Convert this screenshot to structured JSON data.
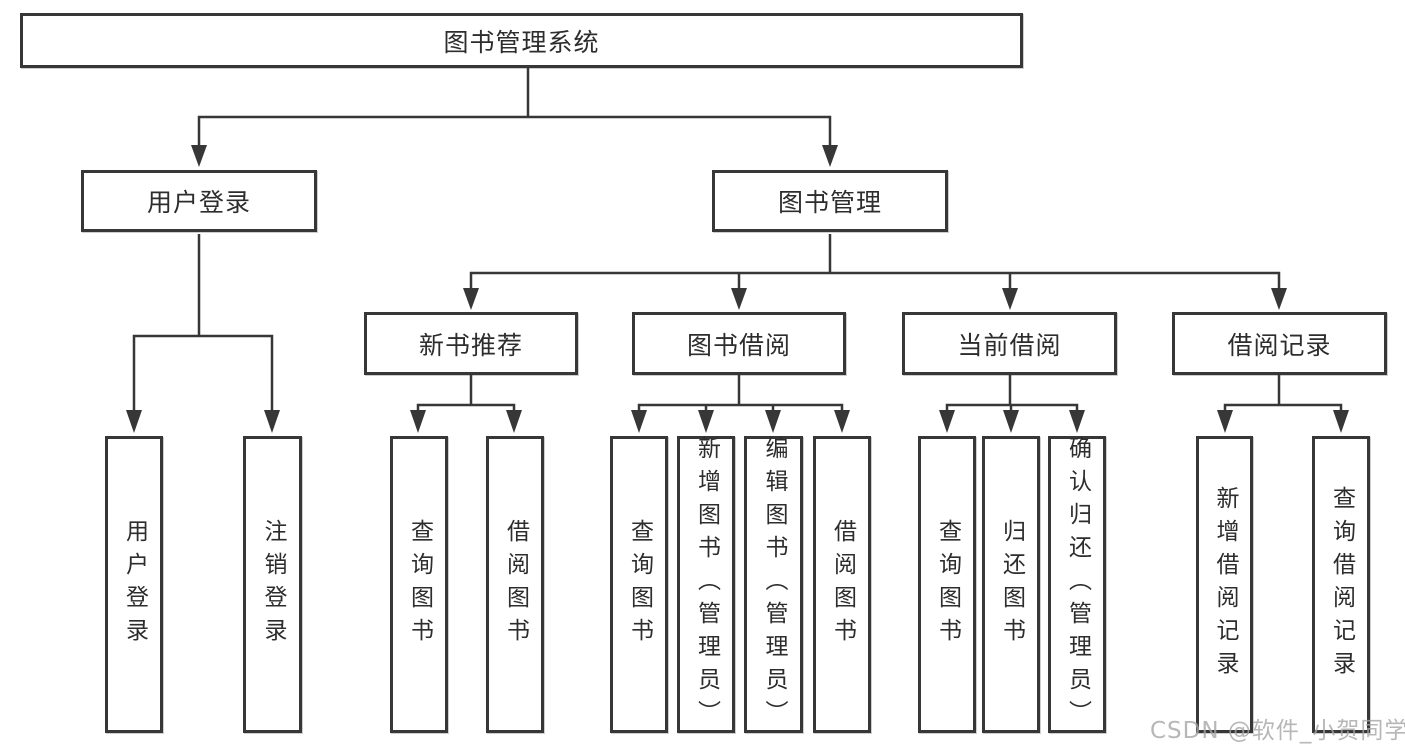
{
  "colors": {
    "line": "#373737",
    "text": "#2d2d2d",
    "bg": "#ffffff",
    "watermark": "#a6a6a6"
  },
  "tree": {
    "root": {
      "label": "图书管理系统"
    },
    "branches": [
      {
        "label": "用户登录",
        "children": [
          {
            "label": "用户登录"
          },
          {
            "label": "注销登录"
          }
        ]
      },
      {
        "label": "图书管理",
        "children": [
          {
            "label": "新书推荐",
            "children": [
              {
                "label": "查询图书"
              },
              {
                "label": "借阅图书"
              }
            ]
          },
          {
            "label": "图书借阅",
            "children": [
              {
                "label": "查询图书"
              },
              {
                "label": "新增图书（管理员）"
              },
              {
                "label": "编辑图书（管理员）"
              },
              {
                "label": "借阅图书"
              }
            ]
          },
          {
            "label": "当前借阅",
            "children": [
              {
                "label": "查询图书"
              },
              {
                "label": "归还图书"
              },
              {
                "label": "确认归还（管理员）"
              }
            ]
          },
          {
            "label": "借阅记录",
            "children": [
              {
                "label": "新增借阅记录"
              },
              {
                "label": "查询借阅记录"
              }
            ]
          }
        ]
      }
    ]
  },
  "watermark": "CSDN @软件_小贺同学"
}
